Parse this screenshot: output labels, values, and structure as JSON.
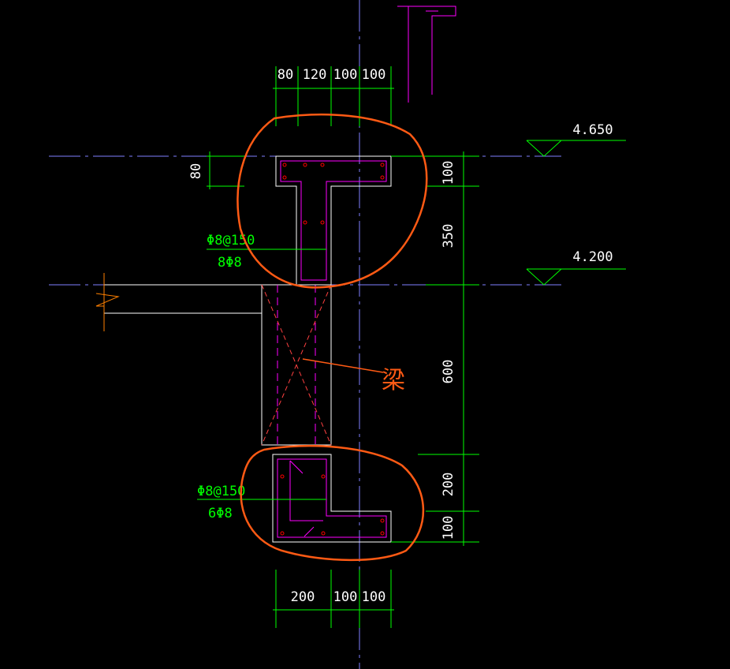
{
  "colors": {
    "background": "#000000",
    "dimension_line": "#00ff00",
    "dimension_text": "#ffffff",
    "outline": "#ffffff",
    "rebar": "#ff00ff",
    "rebar_dot": "#ff0000",
    "axis": "#8080ff",
    "highlight": "#ff5a14",
    "callout_text": "#00ff00"
  },
  "top_dimensions": [
    "80",
    "120",
    "100",
    "100"
  ],
  "bottom_dimensions": [
    "200",
    "100",
    "100"
  ],
  "left_dimension": "80",
  "right_dimensions": [
    "100",
    "350",
    "600",
    "200",
    "100"
  ],
  "elevations": [
    "4.650",
    "4.200"
  ],
  "upper_callout": {
    "stirrup": "Φ8@150",
    "bars": "8Φ8"
  },
  "lower_callout": {
    "stirrup": "Φ8@150",
    "bars": "6Φ8"
  },
  "beam_label": "梁"
}
